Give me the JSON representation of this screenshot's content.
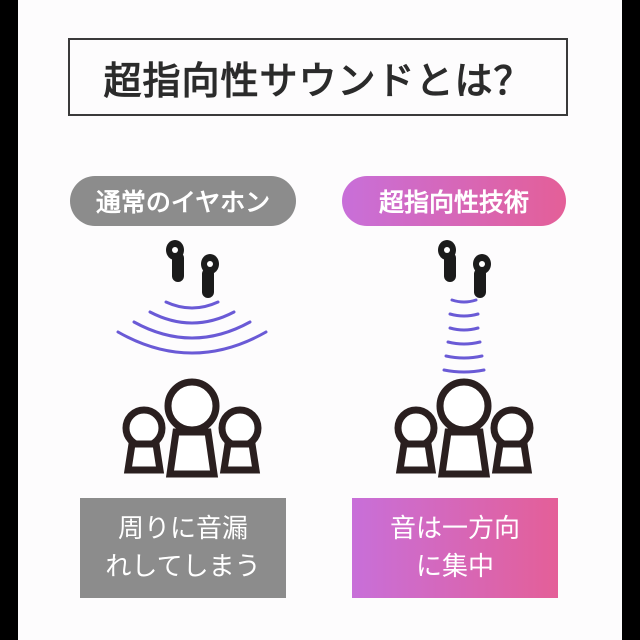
{
  "title": {
    "highlight": "超指向性",
    "rest": "サウンドとは？"
  },
  "left": {
    "pill_label": "通常のイヤホン",
    "caption_lines": [
      "周りに音漏",
      "れしてしまう"
    ]
  },
  "right": {
    "pill_label": "超指向性技術",
    "caption_lines": [
      "音は一方向",
      "に集中"
    ]
  },
  "colors": {
    "gray": "#8c8c8c",
    "gradient_start": "#c86fd9",
    "gradient_end": "#e45f98",
    "wave": "#6a5ad6",
    "highlight": "#efc3ef"
  }
}
